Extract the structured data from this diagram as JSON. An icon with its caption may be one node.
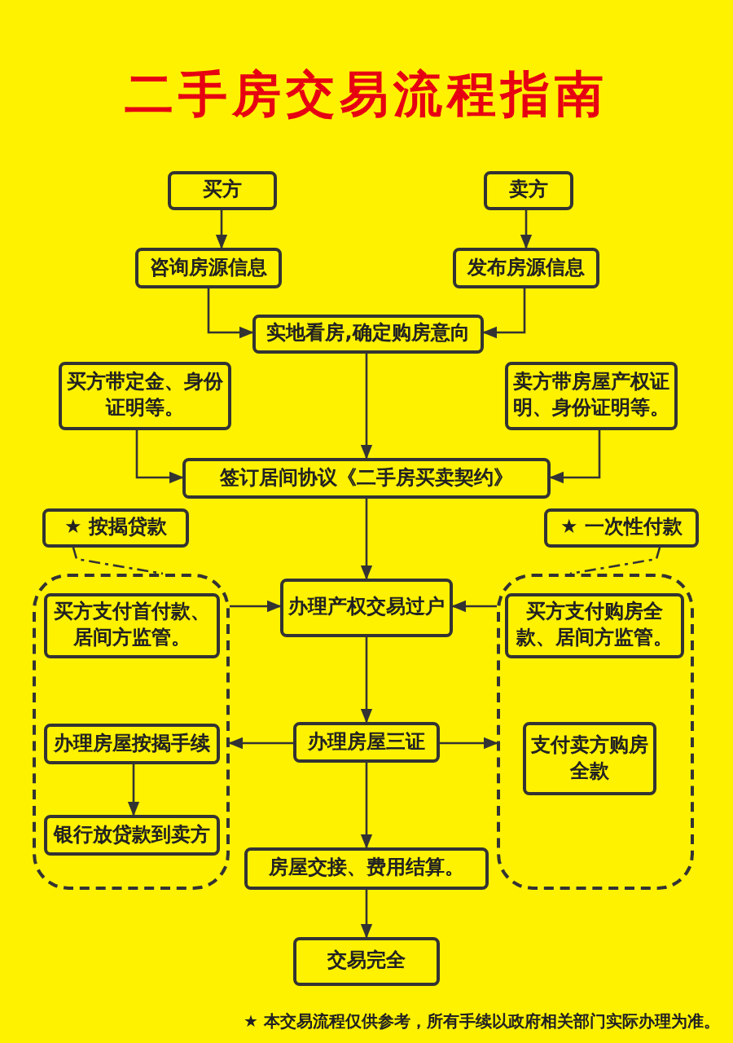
{
  "diagram": {
    "title": "二手房交易流程指南",
    "nodes": [
      {
        "text": [
          "买方"
        ]
      },
      {
        "text": [
          "卖方"
        ]
      },
      {
        "text": [
          "咨询房源信息"
        ]
      },
      {
        "text": [
          "发布房源信息"
        ]
      },
      {
        "text": [
          "实地看房,确定购房意向"
        ]
      },
      {
        "text": [
          "买方带定金、身份证明等。"
        ]
      },
      {
        "text": [
          "卖方带房屋产权证明、身份证明等。"
        ]
      },
      {
        "text": [
          "签订居间协议《二手房买卖契约》"
        ]
      },
      {
        "text": [
          "★ 按揭贷款"
        ]
      },
      {
        "text": [
          "★ 一次性付款"
        ]
      },
      {
        "text": [],
        "shape": "box"
      },
      {
        "text": [
          "买方支付首付款、居间方监管。"
        ],
        "in": 10
      },
      {
        "text": [
          "办理房屋按揭手续"
        ],
        "in": 10
      },
      {
        "text": [
          "银行放贷款到卖方"
        ],
        "in": 10
      },
      {
        "text": [
          "办理产权交易过户"
        ]
      },
      {
        "text": [],
        "shape": "box"
      },
      {
        "text": [
          "买方支付购房全款、居间方监管。"
        ],
        "in": 15
      },
      {
        "text": [
          "支付卖方购房全款"
        ],
        "in": 15
      },
      {
        "text": [
          "办理房屋三证"
        ]
      },
      {
        "text": [
          "房屋交接、费用结算。"
        ]
      },
      {
        "text": [
          "交易完全"
        ]
      }
    ],
    "edges": [
      {
        "from": 0,
        "to": 2,
        "arrow": "to"
      },
      {
        "from": 1,
        "to": 3,
        "arrow": "to"
      },
      {
        "from": 2,
        "to": 4,
        "arrow": "to"
      },
      {
        "from": 3,
        "to": 4,
        "arrow": "to"
      },
      {
        "from": 4,
        "to": 7,
        "arrow": "to"
      },
      {
        "from": 5,
        "to": 7,
        "arrow": "to"
      },
      {
        "from": 6,
        "to": 7,
        "arrow": "to"
      },
      {
        "from": 7,
        "to": 14,
        "arrow": "to"
      },
      {
        "from": 8,
        "to": 10,
        "arrow": "none",
        "style": "dashed"
      },
      {
        "from": 9,
        "to": 15,
        "arrow": "none",
        "style": "dashed"
      },
      {
        "from": 10,
        "to": 14,
        "arrow": "to"
      },
      {
        "from": 15,
        "to": 14,
        "arrow": "to"
      },
      {
        "from": 14,
        "to": 18,
        "arrow": "to"
      },
      {
        "from": 18,
        "to": 10,
        "arrow": "to"
      },
      {
        "from": 18,
        "to": 15,
        "arrow": "to"
      },
      {
        "from": 12,
        "to": 13,
        "arrow": "to"
      },
      {
        "from": 18,
        "to": 19,
        "arrow": "to"
      },
      {
        "from": 19,
        "to": 20,
        "arrow": "to"
      }
    ],
    "labels": [
      "★ 本交易流程仅供参考，所有手续以政府相关部门实际办理为准。"
    ]
  }
}
